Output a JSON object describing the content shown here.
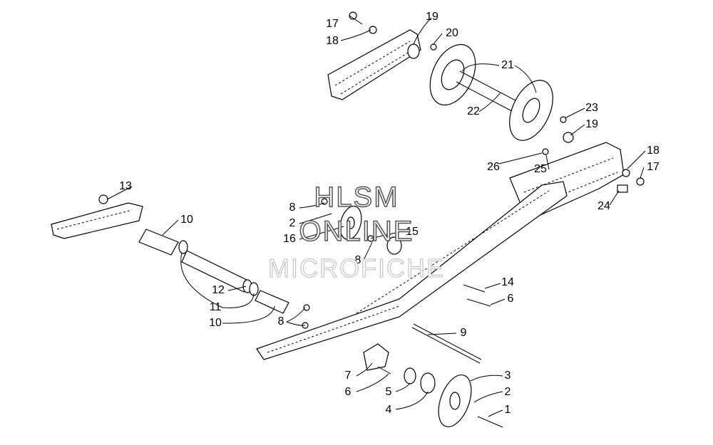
{
  "watermark": {
    "line1": "HLSM",
    "line2": "ONLINE",
    "line3": "MICROFICHE"
  },
  "callouts": {
    "c1": "1",
    "c2a": "2",
    "c2b": "2",
    "c3": "3",
    "c4": "4",
    "c5": "5",
    "c6a": "6",
    "c6b": "6",
    "c7": "7",
    "c8a": "8",
    "c8b": "8",
    "c8c": "8",
    "c9": "9",
    "c10a": "10",
    "c10b": "10",
    "c11": "11",
    "c12": "12",
    "c13": "13",
    "c14": "14",
    "c15": "15",
    "c16": "16",
    "c17a": "17",
    "c17b": "17",
    "c18a": "18",
    "c18b": "18",
    "c19a": "19",
    "c19b": "19",
    "c20": "20",
    "c21": "21",
    "c22": "22",
    "c23": "23",
    "c24": "24",
    "c25": "25",
    "c26": "26"
  }
}
